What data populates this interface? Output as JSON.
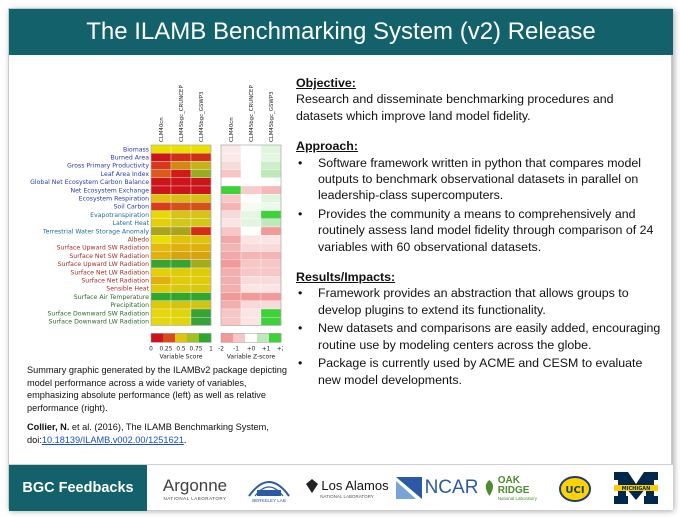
{
  "title": "The ILAMB Benchmarking System (v2) Release",
  "figure": {
    "model_labels": [
      "CLM40cn",
      "CLM45bgc_CRUNCEP",
      "CLM45bgc_GSWP3"
    ],
    "variables": [
      {
        "name": "Biomass",
        "color": "#2b3aa8"
      },
      {
        "name": "Burned Area",
        "color": "#2b3aa8"
      },
      {
        "name": "Gross Primary Productivity",
        "color": "#2b3aa8"
      },
      {
        "name": "Leaf Area Index",
        "color": "#2b3aa8"
      },
      {
        "name": "Global Net Ecosystem Carbon Balance",
        "color": "#2b3aa8"
      },
      {
        "name": "Net Ecosystem Exchange",
        "color": "#2b3aa8"
      },
      {
        "name": "Ecosystem Respiration",
        "color": "#2b3aa8"
      },
      {
        "name": "Soil Carbon",
        "color": "#2b3aa8"
      },
      {
        "name": "Evapotranspiration",
        "color": "#1f6d9c"
      },
      {
        "name": "Latent Heat",
        "color": "#1f6d9c"
      },
      {
        "name": "Terrestrial Water Storage Anomaly",
        "color": "#1f6d9c"
      },
      {
        "name": "Albedo",
        "color": "#a0302c"
      },
      {
        "name": "Surface Upward SW Radiation",
        "color": "#a0302c"
      },
      {
        "name": "Surface Net SW Radiation",
        "color": "#a0302c"
      },
      {
        "name": "Surface Upward LW Radiation",
        "color": "#a0302c"
      },
      {
        "name": "Surface Net LW Radiation",
        "color": "#a0302c"
      },
      {
        "name": "Surface Net Radiation",
        "color": "#a0302c"
      },
      {
        "name": "Sensible Heat",
        "color": "#a0302c"
      },
      {
        "name": "Surface Air Temperature",
        "color": "#2a6a2a"
      },
      {
        "name": "Precipitation",
        "color": "#2a6a2a"
      },
      {
        "name": "Surface Downward SW Radiation",
        "color": "#2a6a2a"
      },
      {
        "name": "Surface Downward LW Radiation",
        "color": "#2a6a2a"
      }
    ],
    "left_grid": [
      [
        "#e9e200",
        "#e9e200",
        "#e9e200"
      ],
      [
        "#c9151b",
        "#d0301b",
        "#d0301b"
      ],
      [
        "#d53a1c",
        "#d08a12",
        "#c4b41a"
      ],
      [
        "#dc5a1a",
        "#cf1c1a",
        "#9aad22"
      ],
      [
        "#c9151b",
        "#c9151b",
        "#c9151b"
      ],
      [
        "#c9151b",
        "#c9151b",
        "#c9151b"
      ],
      [
        "#e2c20e",
        "#d8bf15",
        "#d8bf15"
      ],
      [
        "#d63d1e",
        "#d3511b",
        "#d3511b"
      ],
      [
        "#e5da0a",
        "#d6c418",
        "#d6c418"
      ],
      [
        "#e3cf0c",
        "#d1c81c",
        "#d1c81c"
      ],
      [
        "#a9a31e",
        "#a9a31e",
        "#d62a1b"
      ],
      [
        "#e9e000",
        "#dfc40c",
        "#dfc40c"
      ],
      [
        "#e3b90e",
        "#e0b00e",
        "#e0b00e"
      ],
      [
        "#e0b00e",
        "#d6a312",
        "#d6a312"
      ],
      [
        "#36a336",
        "#36a336",
        "#a2ad1d"
      ],
      [
        "#e3cf0a",
        "#dfcb0a",
        "#dfcb0a"
      ],
      [
        "#e2b00e",
        "#dfcb0a",
        "#dfcb0a"
      ],
      [
        "#dfcb0a",
        "#d8c810",
        "#d8c810"
      ],
      [
        "#2fa532",
        "#2fa532",
        "#2fa532"
      ],
      [
        "#e0c90b",
        "#d5c211",
        "#d5c211"
      ],
      [
        "#e5d70b",
        "#e0d40a",
        "#36a336"
      ],
      [
        "#e5d70b",
        "#e0d40a",
        "#36a336"
      ]
    ],
    "right_grid": [
      [
        "#fbe9e9",
        "#ffffff",
        "#dff6dd"
      ],
      [
        "#fbe9e9",
        "#ffffff",
        "#e6f6e4"
      ],
      [
        "#f9dada",
        "#ffffff",
        "#cdeec9"
      ],
      [
        "#f7c6c6",
        "#ffffff",
        "#bfe9ba"
      ],
      [
        "#ffffff",
        "#ffffff",
        "#ffffff"
      ],
      [
        "#3ed13a",
        "#f8caca",
        "#f6b9b9"
      ],
      [
        "#f7caca",
        "#ffffff",
        "#dff6dd"
      ],
      [
        "#f5b5b5",
        "#f3fbf2",
        "#edf9ec"
      ],
      [
        "#f9dada",
        "#e6f6e4",
        "#3ed13a"
      ],
      [
        "#fbe4e4",
        "#e3f5e1",
        "#bfe9ba"
      ],
      [
        "#f7c6c6",
        "#ffffff",
        "#f29a9a"
      ],
      [
        "#f2a8a8",
        "#fbe4e4",
        "#fbe4e4"
      ],
      [
        "#f5b5b5",
        "#f9dada",
        "#f9dada"
      ],
      [
        "#f2a8a8",
        "#f5b5b5",
        "#f5b5b5"
      ],
      [
        "#f29a9a",
        "#f7c6c6",
        "#f7c6c6"
      ],
      [
        "#f4aeae",
        "#f7c6c6",
        "#f7c6c6"
      ],
      [
        "#f4aeae",
        "#f9dada",
        "#f9dada"
      ],
      [
        "#f4aeae",
        "#fbe4e4",
        "#fbe4e4"
      ],
      [
        "#f29a9a",
        "#f29a9a",
        "#f29a9a"
      ],
      [
        "#f4aeae",
        "#f9dada",
        "#f9dada"
      ],
      [
        "#f7c6c6",
        "#fbe4e4",
        "#3ed13a"
      ],
      [
        "#f7c6c6",
        "#fbe4e4",
        "#3ed13a"
      ]
    ],
    "score_colorbar": {
      "ticks": [
        "0",
        "0.25",
        "0.5",
        "0.75",
        "1"
      ],
      "label": "Variable Score",
      "colors": [
        "#c9151b",
        "#d84a1c",
        "#e2c20e",
        "#9fc21f",
        "#2fa532"
      ]
    },
    "zscore_colorbar": {
      "ticks": [
        "-2",
        "-1",
        "+0",
        "+1",
        "+2"
      ],
      "label": "Variable Z-score",
      "colors": [
        "#f29a9a",
        "#f7c6c6",
        "#ffffff",
        "#bfe9ba",
        "#3ed13a"
      ]
    }
  },
  "caption": "Summary graphic generated by the ILAMBv2 package depicting model performance across a wide variety of variables, emphasizing absolute performance (left) as well as relative performance (right).",
  "citation": {
    "author": "Collier, N.",
    "text": " et al. (2016), The ILAMB Benchmarking System, doi:",
    "link": "10.18139/ILAMB.v002.00/1251621",
    "end": "."
  },
  "objective": {
    "heading": "Objective:",
    "text": "Research and disseminate benchmarking procedures and datasets which improve land model fidelity."
  },
  "approach": {
    "heading": "Approach:",
    "bullets": [
      "Software framework written in python that compares model outputs to benchmark observational datasets in parallel on leadership-class supercomputers.",
      "Provides the community a means to comprehensively and routinely assess land model fidelity through comparison of 24 variables with 60 observational datasets."
    ]
  },
  "results": {
    "heading": "Results/Impacts:",
    "bullets": [
      "Framework provides an abstraction that allows groups to develop plugins to extend its functionality.",
      "New datasets and comparisons are easily added, encouraging routine use by modeling centers across the globe.",
      "Package is currently used by ACME and CESM to evaluate new model developments."
    ]
  },
  "footer": {
    "left_label": "BGC Feedbacks",
    "logos": {
      "argonne": "Argonne",
      "argonne_sub": "NATIONAL LABORATORY",
      "berkeley": "BERKELEY LAB",
      "losalamos": "Los Alamos",
      "losalamos_sub": "NATIONAL LABORATORY",
      "ncar": "NCAR",
      "oakridge": "OAK RIDGE",
      "oakridge_sub": "National Laboratory",
      "uci": "UCI",
      "michigan": "MICHIGAN"
    },
    "colors": {
      "teal": "#13616a",
      "argonne": "#404040",
      "ncar": "#2a5aa6",
      "oakridge": "#4e8a2e",
      "michigan_blue": "#00274c",
      "michigan_maize": "#ffcb05"
    }
  }
}
